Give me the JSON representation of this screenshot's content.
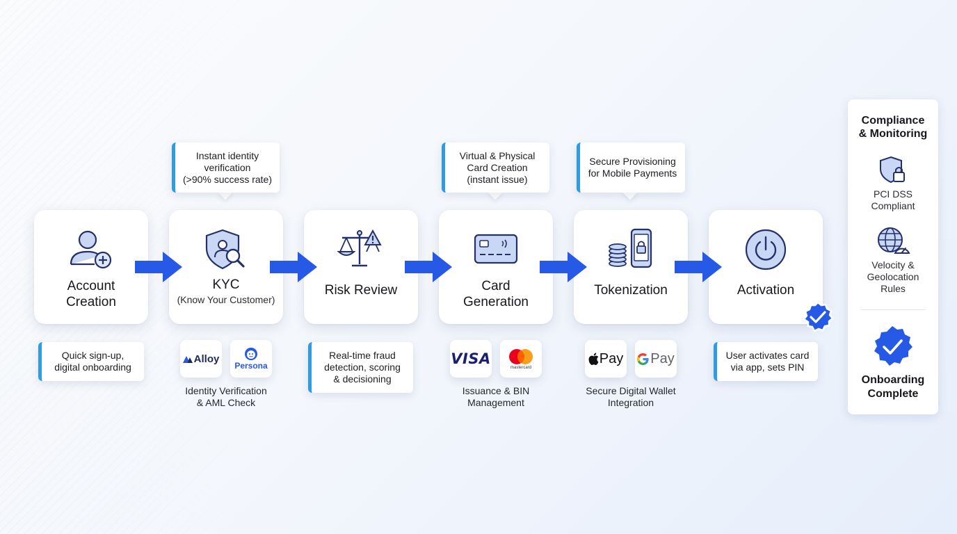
{
  "colors": {
    "accent": "#2659e6",
    "note_border": "#2f9be8",
    "icon_stroke": "#23306a",
    "icon_fill": "#c9d7f5"
  },
  "stages": [
    {
      "title_line1": "Account",
      "title_line2": "Creation",
      "icon": "user-add-icon"
    },
    {
      "title_line1": "KYC",
      "subtitle": "(Know Your Customer)",
      "icon": "shield-search-icon"
    },
    {
      "title_line1": "Risk Review",
      "icon": "scales-warning-icon"
    },
    {
      "title_line1": "Card",
      "title_line2": "Generation",
      "icon": "credit-card-icon"
    },
    {
      "title_line1": "Tokenization",
      "icon": "coins-phone-lock-icon"
    },
    {
      "title_line1": "Activation",
      "icon": "power-icon"
    }
  ],
  "top_notes": [
    {
      "lines": [
        "Instant identity",
        "verification",
        "(>90% success rate)"
      ]
    },
    {
      "lines": [
        "Virtual & Physical",
        "Card Creation",
        "(instant issue)"
      ]
    },
    {
      "lines": [
        "Secure Provisioning",
        "for Mobile Payments"
      ]
    }
  ],
  "bottom_notes": [
    {
      "lines": [
        "Quick sign-up,",
        "digital onboarding"
      ]
    },
    {
      "lines": [
        "Real-time fraud",
        "detection, scoring",
        "& decisioning"
      ]
    },
    {
      "lines": [
        "User activates card",
        "via app, sets PIN"
      ]
    }
  ],
  "logos": {
    "alloy": "Alloy",
    "persona": "Persona",
    "visa": "VISA",
    "mastercard": "mastercard",
    "apple_pay": "Pay",
    "google_pay": "Pay"
  },
  "captions": [
    {
      "lines": [
        "Identity Verification",
        "& AML Check"
      ]
    },
    {
      "lines": [
        "Issuance & BIN",
        "Management"
      ]
    },
    {
      "lines": [
        "Secure Digital Wallet",
        "Integration"
      ]
    }
  ],
  "panel": {
    "title_line1": "Compliance",
    "title_line2": "& Monitoring",
    "items": [
      {
        "lines": [
          "PCI DSS",
          "Compliant"
        ],
        "icon": "shield-lock-icon"
      },
      {
        "lines": [
          "Velocity &",
          "Geolocation",
          "Rules"
        ],
        "icon": "globe-gauge-icon"
      }
    ],
    "complete_line1": "Onboarding",
    "complete_line2": "Complete"
  }
}
